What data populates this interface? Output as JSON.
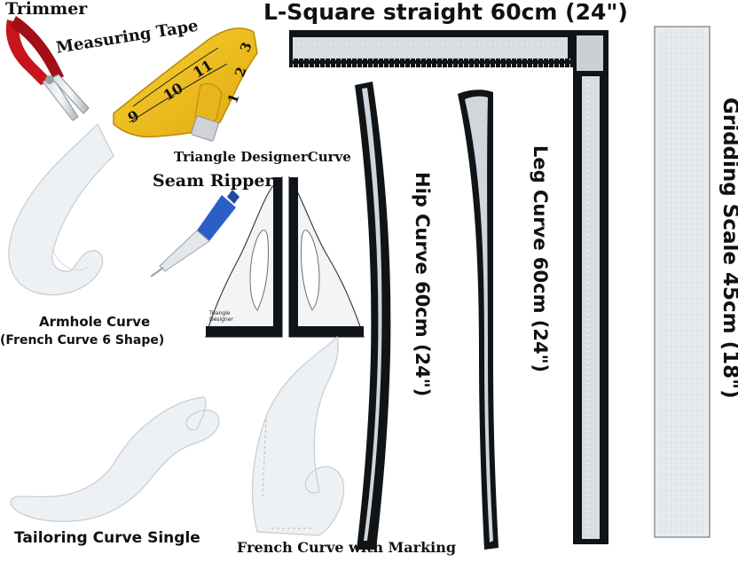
{
  "labels": {
    "trimmer": "Trimmer",
    "measuring_tape": "Measuring Tape",
    "l_square": "L-Square straight 60cm (24\")",
    "triangle_curve": "Triangle DesignerCurve",
    "seam_ripper": "Seam Ripper",
    "armhole_line1": "Armhole Curve",
    "armhole_line2": "(French Curve 6 Shape)",
    "tailoring_curve": "Tailoring Curve Single",
    "french_curve_marking": "French Curve with Marking",
    "hip_curve": "Hip Curve 60cm (24\")",
    "leg_curve": "Leg Curve 60cm (24\")",
    "gridding_scale": "Gridding Scale 45cm (18\")"
  },
  "tape_numbers": [
    "9",
    "10",
    "11",
    "1",
    "2",
    "3"
  ],
  "triangle_ruler_text": [
    "Designer",
    "Triangle"
  ],
  "colors": {
    "tape_yellow": "#f2c21b",
    "trimmer_red": "#c8141c",
    "ruler_black": "#101418",
    "ripper_blue": "#2a5fc8",
    "clear_plastic": "#eef1f4"
  }
}
